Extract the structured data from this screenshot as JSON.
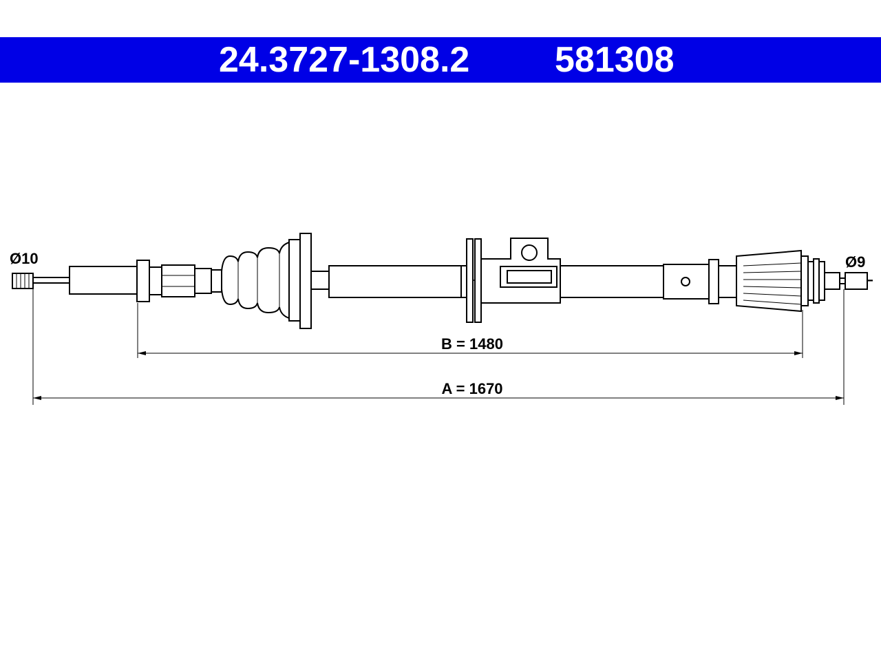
{
  "header": {
    "part_number": "24.3727-1308.2",
    "ref_number": "581308",
    "background_color": "#0000e6",
    "text_color": "#ffffff"
  },
  "dimensions": {
    "left_diameter": "Ø10",
    "right_diameter": "Ø9",
    "b_label": "B = 1480",
    "a_label": "A = 1670"
  }
}
